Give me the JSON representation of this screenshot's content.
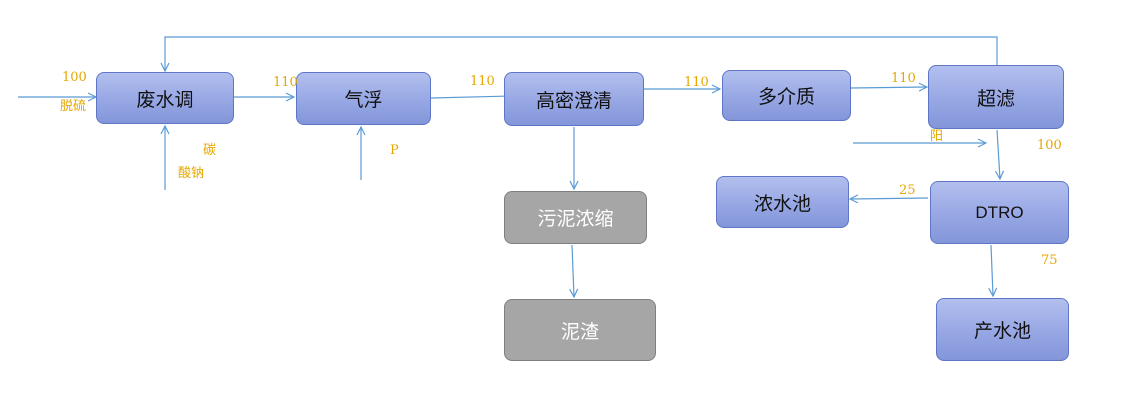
{
  "colors": {
    "line": "#5b9bd5",
    "label": "#e6a700",
    "box_fill": "#9aa9e4",
    "box_border": "#5f76c7",
    "gray_fill": "#a6a6a6"
  },
  "nodes": {
    "waste_adjust": "废水调",
    "flotation": "气浮",
    "high_density_clarify": "高密澄清",
    "multimedia": "多介质",
    "ultrafiltration": "超滤",
    "sludge_thicken": "污泥浓缩",
    "sludge_residue": "泥渣",
    "concentrate_pool": "浓水池",
    "dtro": "DTRO",
    "product_pool": "产水池"
  },
  "labels": {
    "inflow_value": "100",
    "inflow_name": "脱硫",
    "carbonate_1": "碳",
    "carbonate_2": "酸钠",
    "flow_to_flotation": "110",
    "flow_to_clarify": "110",
    "flow_to_multimedia": "110",
    "flow_to_uf": "110",
    "flotation_dose": "P",
    "uf_dose": "阳",
    "uf_outflow": "100",
    "concentrate_flow": "25",
    "product_flow": "75"
  }
}
